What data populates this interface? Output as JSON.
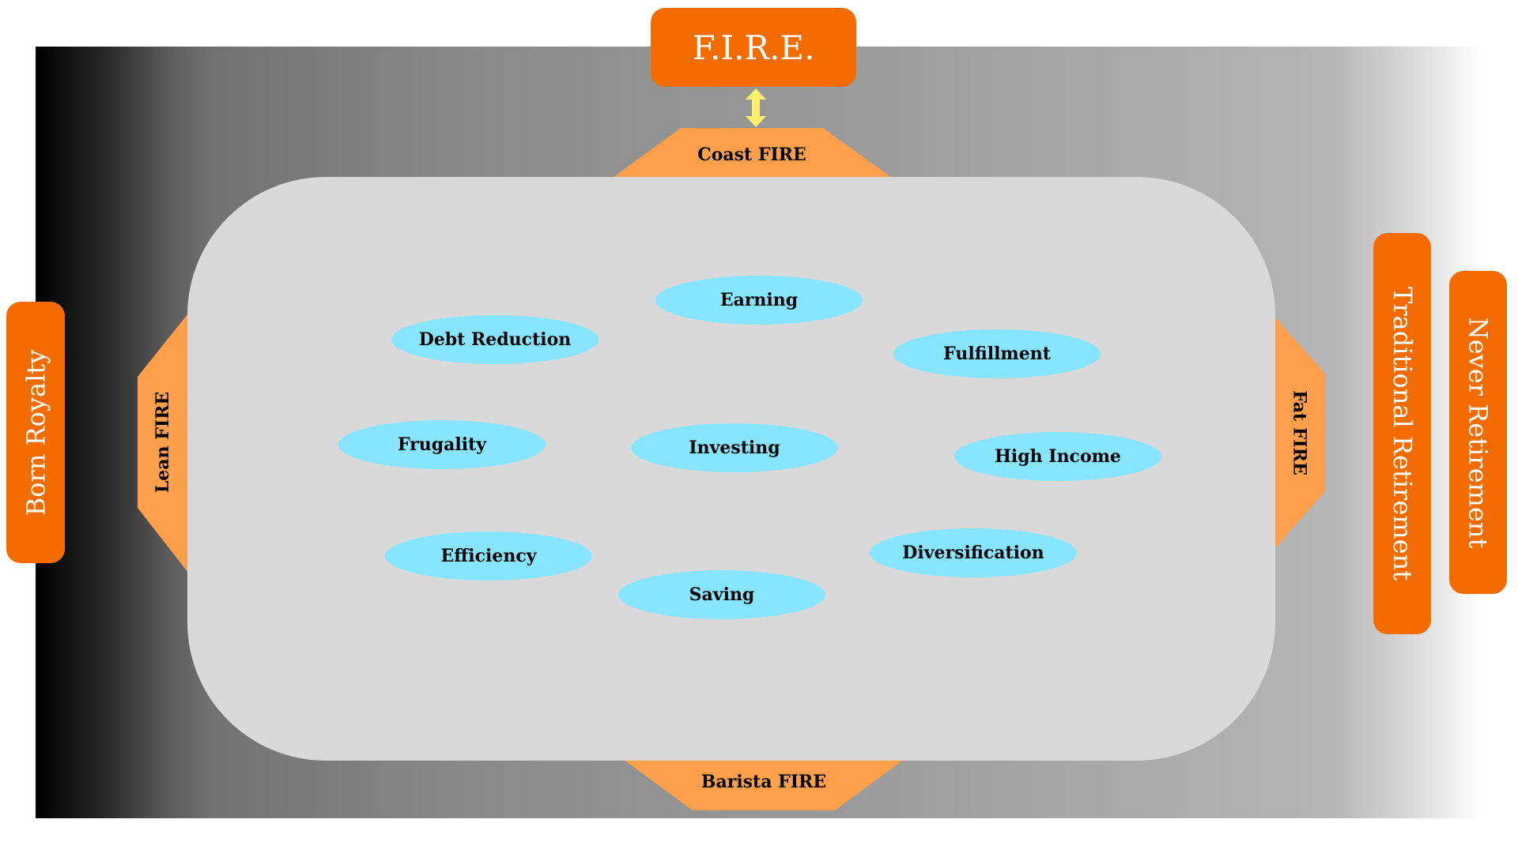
{
  "title_box": {
    "label": "F.I.R.E."
  },
  "connector": {
    "icon": "double-arrow-vertical",
    "color": "#ffef6b"
  },
  "hexagons": {
    "top": "Coast FIRE",
    "left": "Lean FIRE",
    "right": "Fat FIRE",
    "bottom": "Barista FIRE"
  },
  "side_boxes": {
    "left": "Born Royalty",
    "right_1": "Traditional Retirement",
    "right_2": "Never Retirement"
  },
  "concepts": [
    "Earning",
    "Debt Reduction",
    "Fulfillment",
    "Frugality",
    "Investing",
    "High Income",
    "Efficiency",
    "Diversification",
    "Saving"
  ],
  "colors": {
    "primary_orange": "#f46c00",
    "hex_orange": "#fe9f4c",
    "concept_fill": "#87e5ff",
    "panel": "#d9d9d9"
  }
}
